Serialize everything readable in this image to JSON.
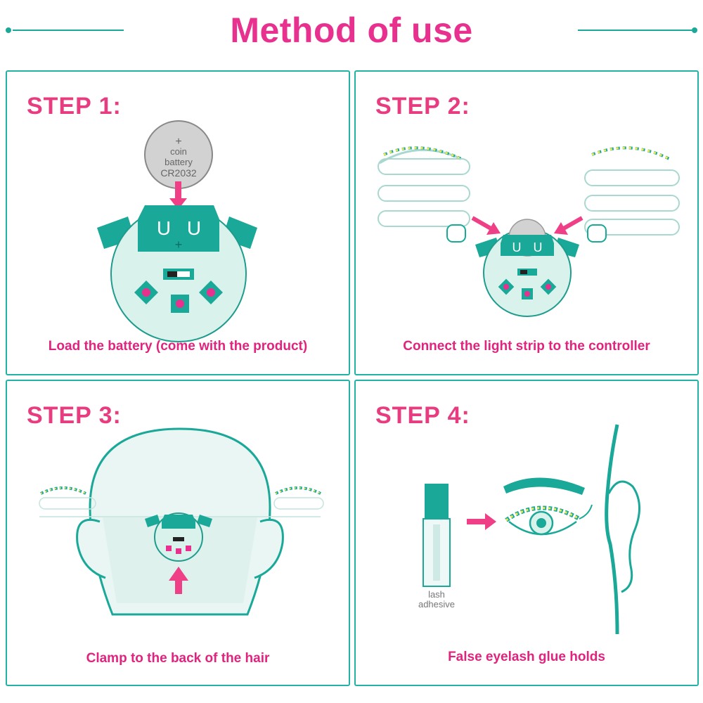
{
  "header": {
    "title": "Method of use"
  },
  "steps": [
    {
      "label": "STEP 1:",
      "caption": "Load the battery (come with the product)"
    },
    {
      "label": "STEP 2:",
      "caption": "Connect the light strip to the controller"
    },
    {
      "label": "STEP 3:",
      "caption": "Clamp to the back of the hair"
    },
    {
      "label": "STEP 4:",
      "caption": "False eyelash glue holds"
    }
  ],
  "battery": {
    "plus": "+",
    "line1": "coin",
    "line2": "battery",
    "line3": "CR2032"
  },
  "adhesive": {
    "line1": "lash",
    "line2": "adhesive"
  },
  "colors": {
    "accent": "#e8308f",
    "teal": "#1aa898",
    "panel_border": "#22b3a4",
    "led": "#f2e84a"
  },
  "icons": [
    "battery-icon",
    "controller-icon",
    "eyelash-strip-icon",
    "head-icon",
    "glue-bottle-icon",
    "eye-icon",
    "arrow-icon"
  ]
}
